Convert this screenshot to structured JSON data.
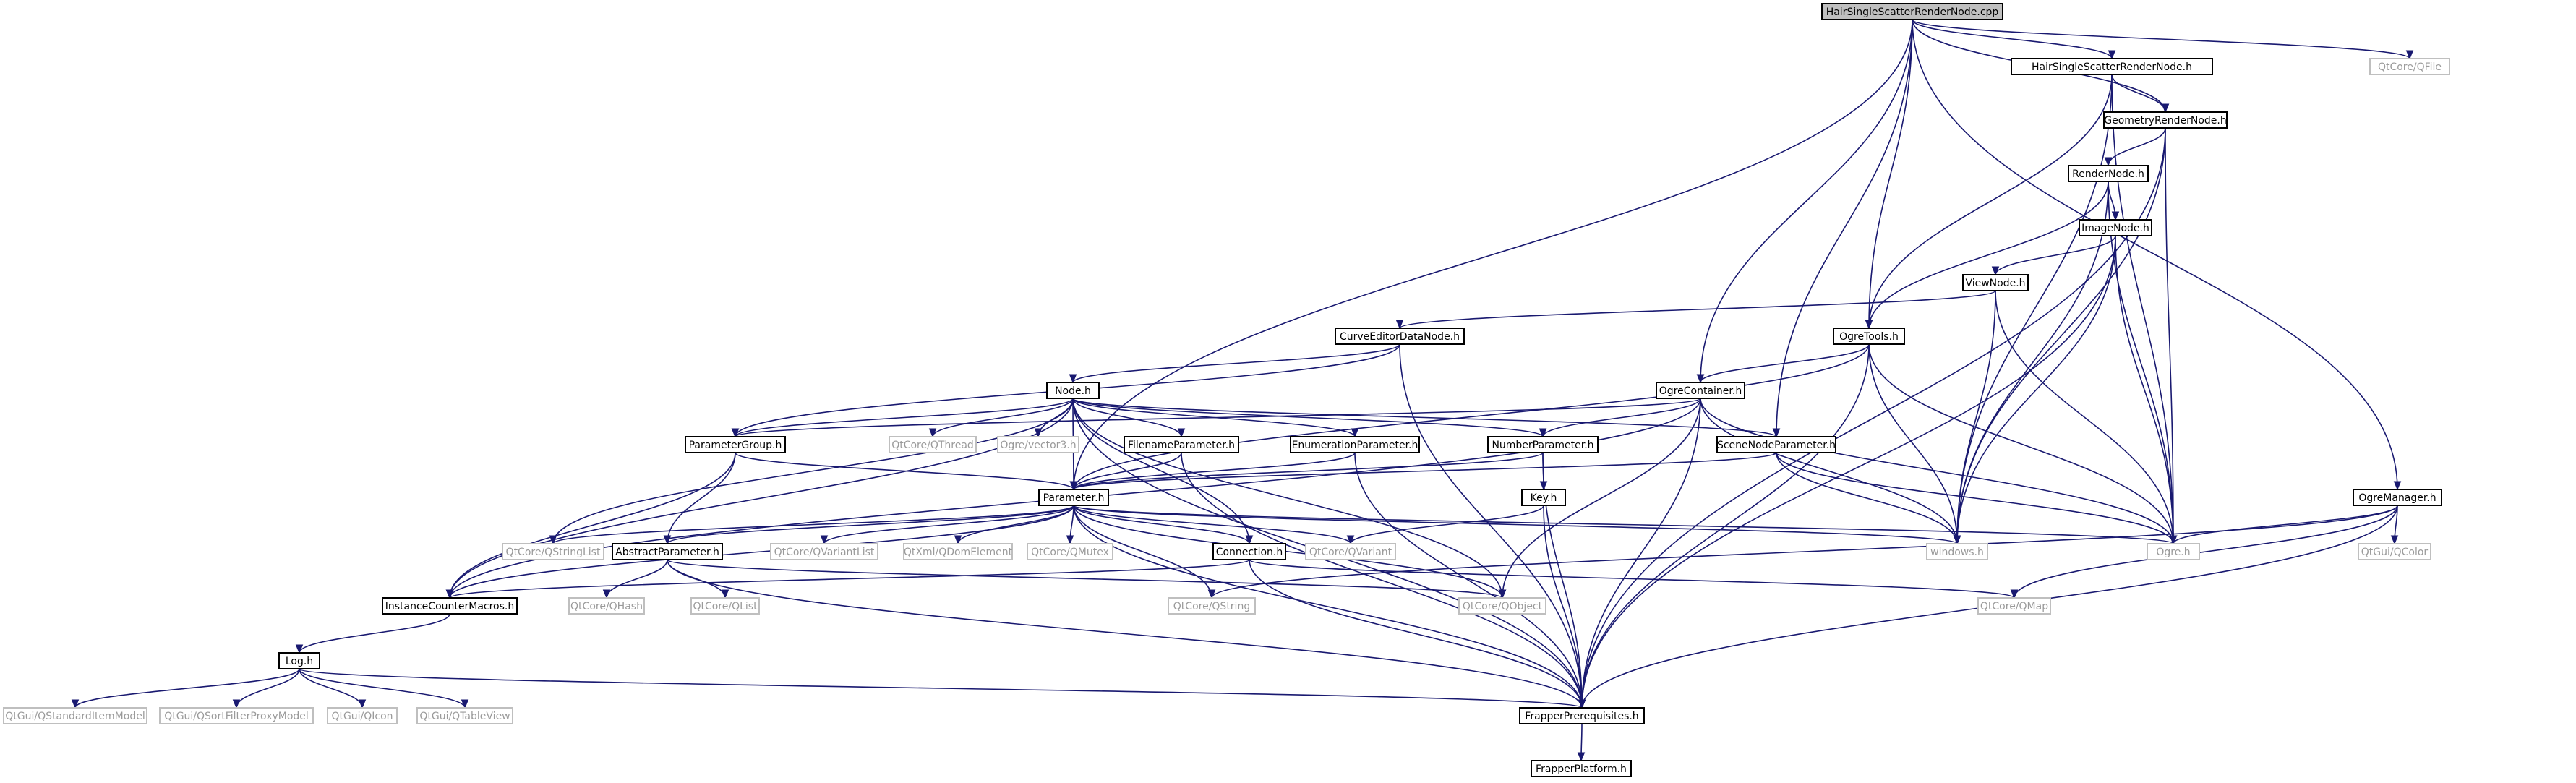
{
  "graph": {
    "nodes": [
      {
        "id": "root",
        "label": "HairSingleScatterRenderNode.cpp",
        "kind": "root"
      },
      {
        "id": "hsrn",
        "label": "HairSingleScatterRenderNode.h",
        "kind": "known"
      },
      {
        "id": "qfile",
        "label": "QtCore/QFile",
        "kind": "external"
      },
      {
        "id": "grn",
        "label": "GeometryRenderNode.h",
        "kind": "known"
      },
      {
        "id": "rn",
        "label": "RenderNode.h",
        "kind": "known"
      },
      {
        "id": "imn",
        "label": "ImageNode.h",
        "kind": "known"
      },
      {
        "id": "vn",
        "label": "ViewNode.h",
        "kind": "known"
      },
      {
        "id": "cedn",
        "label": "CurveEditorDataNode.h",
        "kind": "known"
      },
      {
        "id": "ot",
        "label": "OgreTools.h",
        "kind": "known"
      },
      {
        "id": "node",
        "label": "Node.h",
        "kind": "known"
      },
      {
        "id": "oc",
        "label": "OgreContainer.h",
        "kind": "known"
      },
      {
        "id": "pg",
        "label": "ParameterGroup.h",
        "kind": "known"
      },
      {
        "id": "qthread",
        "label": "QtCore/QThread",
        "kind": "external"
      },
      {
        "id": "ov3",
        "label": "Ogre/vector3.h",
        "kind": "external"
      },
      {
        "id": "fp",
        "label": "FilenameParameter.h",
        "kind": "known"
      },
      {
        "id": "ep",
        "label": "EnumerationParameter.h",
        "kind": "known"
      },
      {
        "id": "np",
        "label": "NumberParameter.h",
        "kind": "known"
      },
      {
        "id": "snp",
        "label": "SceneNodeParameter.h",
        "kind": "known"
      },
      {
        "id": "om",
        "label": "OgreManager.h",
        "kind": "known"
      },
      {
        "id": "key",
        "label": "Key.h",
        "kind": "known"
      },
      {
        "id": "param",
        "label": "Parameter.h",
        "kind": "known"
      },
      {
        "id": "qsl",
        "label": "QtCore/QStringList",
        "kind": "external"
      },
      {
        "id": "ap",
        "label": "AbstractParameter.h",
        "kind": "known"
      },
      {
        "id": "qvl",
        "label": "QtCore/QVariantList",
        "kind": "external"
      },
      {
        "id": "qdom",
        "label": "QtXml/QDomElement",
        "kind": "external"
      },
      {
        "id": "qmutex",
        "label": "QtCore/QMutex",
        "kind": "external"
      },
      {
        "id": "conn",
        "label": "Connection.h",
        "kind": "known"
      },
      {
        "id": "qvar",
        "label": "QtCore/QVariant",
        "kind": "external"
      },
      {
        "id": "win",
        "label": "windows.h",
        "kind": "external"
      },
      {
        "id": "ogre",
        "label": "Ogre.h",
        "kind": "external"
      },
      {
        "id": "qcolor",
        "label": "QtGui/QColor",
        "kind": "external"
      },
      {
        "id": "icm",
        "label": "InstanceCounterMacros.h",
        "kind": "known"
      },
      {
        "id": "qhash",
        "label": "QtCore/QHash",
        "kind": "external"
      },
      {
        "id": "qlist",
        "label": "QtCore/QList",
        "kind": "external"
      },
      {
        "id": "qstring",
        "label": "QtCore/QString",
        "kind": "external"
      },
      {
        "id": "qobject",
        "label": "QtCore/QObject",
        "kind": "external"
      },
      {
        "id": "qmap",
        "label": "QtCore/QMap",
        "kind": "external"
      },
      {
        "id": "log",
        "label": "Log.h",
        "kind": "known"
      },
      {
        "id": "qsim",
        "label": "QtGui/QStandardItemModel",
        "kind": "external"
      },
      {
        "id": "qsfpm",
        "label": "QtGui/QSortFilterProxyModel",
        "kind": "external"
      },
      {
        "id": "qicon",
        "label": "QtGui/QIcon",
        "kind": "external"
      },
      {
        "id": "qtv",
        "label": "QtGui/QTableView",
        "kind": "external"
      },
      {
        "id": "fpre",
        "label": "FrapperPrerequisites.h",
        "kind": "known"
      },
      {
        "id": "fplat",
        "label": "FrapperPlatform.h",
        "kind": "known"
      }
    ],
    "edges": [
      [
        "root",
        "hsrn"
      ],
      [
        "root",
        "qfile"
      ],
      [
        "root",
        "grn"
      ],
      [
        "root",
        "ot"
      ],
      [
        "root",
        "oc"
      ],
      [
        "root",
        "snp"
      ],
      [
        "root",
        "om"
      ],
      [
        "root",
        "param"
      ],
      [
        "hsrn",
        "grn"
      ],
      [
        "hsrn",
        "ot"
      ],
      [
        "hsrn",
        "ogre"
      ],
      [
        "hsrn",
        "win"
      ],
      [
        "grn",
        "rn"
      ],
      [
        "grn",
        "ogre"
      ],
      [
        "grn",
        "win"
      ],
      [
        "grn",
        "fpre"
      ],
      [
        "rn",
        "imn"
      ],
      [
        "rn",
        "ot"
      ],
      [
        "rn",
        "ogre"
      ],
      [
        "rn",
        "win"
      ],
      [
        "imn",
        "vn"
      ],
      [
        "imn",
        "ogre"
      ],
      [
        "imn",
        "win"
      ],
      [
        "imn",
        "fpre"
      ],
      [
        "vn",
        "cedn"
      ],
      [
        "vn",
        "ogre"
      ],
      [
        "vn",
        "win"
      ],
      [
        "cedn",
        "node"
      ],
      [
        "cedn",
        "pg"
      ],
      [
        "cedn",
        "fpre"
      ],
      [
        "ot",
        "oc"
      ],
      [
        "ot",
        "ogre"
      ],
      [
        "ot",
        "win"
      ],
      [
        "ot",
        "fpre"
      ],
      [
        "ot",
        "param"
      ],
      [
        "oc",
        "np"
      ],
      [
        "oc",
        "ogre"
      ],
      [
        "oc",
        "win"
      ],
      [
        "oc",
        "qobject"
      ],
      [
        "oc",
        "fpre"
      ],
      [
        "oc",
        "pg"
      ],
      [
        "oc",
        "icm"
      ],
      [
        "node",
        "pg"
      ],
      [
        "node",
        "qthread"
      ],
      [
        "node",
        "ov3"
      ],
      [
        "node",
        "fp"
      ],
      [
        "node",
        "ep"
      ],
      [
        "node",
        "np"
      ],
      [
        "node",
        "snp"
      ],
      [
        "node",
        "param"
      ],
      [
        "node",
        "conn"
      ],
      [
        "node",
        "qobject"
      ],
      [
        "node",
        "qsl"
      ],
      [
        "node",
        "icm"
      ],
      [
        "node",
        "fpre"
      ],
      [
        "pg",
        "param"
      ],
      [
        "pg",
        "ap"
      ],
      [
        "pg",
        "icm"
      ],
      [
        "fp",
        "param"
      ],
      [
        "fp",
        "fpre"
      ],
      [
        "ep",
        "param"
      ],
      [
        "ep",
        "fpre"
      ],
      [
        "np",
        "key"
      ],
      [
        "np",
        "param"
      ],
      [
        "np",
        "fpre"
      ],
      [
        "snp",
        "param"
      ],
      [
        "snp",
        "ogre"
      ],
      [
        "snp",
        "win"
      ],
      [
        "om",
        "ogre"
      ],
      [
        "om",
        "qcolor"
      ],
      [
        "om",
        "qmap"
      ],
      [
        "om",
        "qstring"
      ],
      [
        "om",
        "fpre"
      ],
      [
        "key",
        "qvar"
      ],
      [
        "key",
        "fpre"
      ],
      [
        "param",
        "qsl"
      ],
      [
        "param",
        "ap"
      ],
      [
        "param",
        "qvl"
      ],
      [
        "param",
        "qdom"
      ],
      [
        "param",
        "qmutex"
      ],
      [
        "param",
        "conn"
      ],
      [
        "param",
        "qvar"
      ],
      [
        "param",
        "win"
      ],
      [
        "param",
        "ogre"
      ],
      [
        "param",
        "icm"
      ],
      [
        "param",
        "qstring"
      ],
      [
        "param",
        "qobject"
      ],
      [
        "param",
        "fpre"
      ],
      [
        "ap",
        "qhash"
      ],
      [
        "ap",
        "qlist"
      ],
      [
        "ap",
        "qobject"
      ],
      [
        "ap",
        "fpre"
      ],
      [
        "conn",
        "qmap"
      ],
      [
        "conn",
        "icm"
      ],
      [
        "conn",
        "fpre"
      ],
      [
        "icm",
        "log"
      ],
      [
        "log",
        "qsim"
      ],
      [
        "log",
        "qsfpm"
      ],
      [
        "log",
        "qicon"
      ],
      [
        "log",
        "qtv"
      ],
      [
        "log",
        "fpre"
      ],
      [
        "fpre",
        "fplat"
      ]
    ]
  }
}
